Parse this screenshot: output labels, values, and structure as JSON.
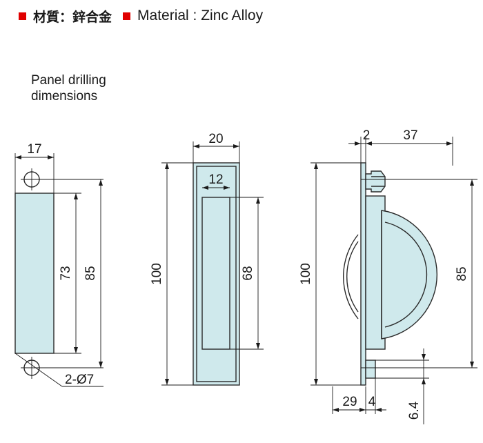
{
  "header": {
    "material_cn": "材質：鋅合金",
    "material_en": "Material : Zinc Alloy",
    "accent_color": "#e00000"
  },
  "panel_label": {
    "line1": "Panel drilling",
    "line2": "dimensions"
  },
  "colors": {
    "part_fill": "#cfe9ec",
    "line": "#2a2a2a"
  },
  "dimensions": {
    "panel": {
      "width": "17",
      "hole_span": "73",
      "height": "85",
      "holes": "2-Ø7"
    },
    "front": {
      "width": "20",
      "recess_width": "12",
      "height": "100",
      "recess_height": "68"
    },
    "side": {
      "flange": "2",
      "depth": "37",
      "height": "100",
      "body_height": "85",
      "depth_back": "29",
      "offset": "4",
      "lip": "6.4"
    }
  }
}
